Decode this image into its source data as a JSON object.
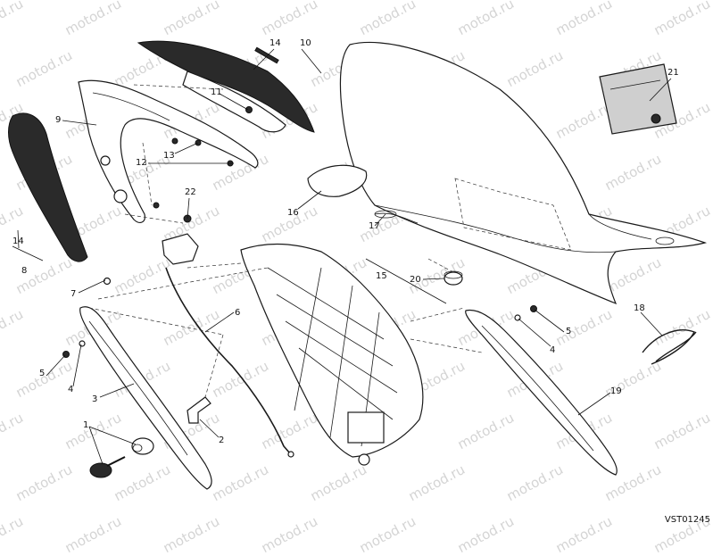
{
  "watermark": "motod.ru",
  "drawing_code": "VST01245",
  "callouts": [
    {
      "label": "14"
    },
    {
      "label": "10"
    },
    {
      "label": "21"
    },
    {
      "label": "9"
    },
    {
      "label": "11"
    },
    {
      "label": "12"
    },
    {
      "label": "13"
    },
    {
      "label": "22"
    },
    {
      "label": "16"
    },
    {
      "label": "17"
    },
    {
      "label": "15"
    },
    {
      "label": "14"
    },
    {
      "label": "8"
    },
    {
      "label": "7"
    },
    {
      "label": "6"
    },
    {
      "label": "20"
    },
    {
      "label": "18"
    },
    {
      "label": "5"
    },
    {
      "label": "5"
    },
    {
      "label": "4"
    },
    {
      "label": "4"
    },
    {
      "label": "3"
    },
    {
      "label": "19"
    },
    {
      "label": "1"
    },
    {
      "label": "2"
    }
  ]
}
